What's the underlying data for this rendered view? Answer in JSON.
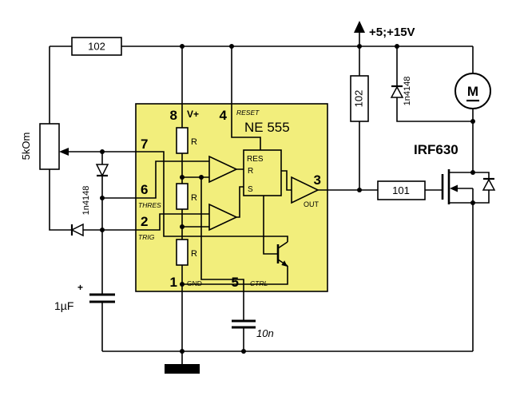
{
  "schematic": {
    "power_label": "+5;+15V",
    "ic": {
      "name": "NE 555",
      "pin8": {
        "num": "8",
        "label": "V+"
      },
      "pin4": {
        "num": "4",
        "label": "RESET"
      },
      "pin7": {
        "num": "7"
      },
      "pin6": {
        "num": "6",
        "label": "THRES"
      },
      "pin2": {
        "num": "2",
        "label": "TRIG"
      },
      "pin1": {
        "num": "1",
        "label": "GND"
      },
      "pin5": {
        "num": "5",
        "label": "CTRL"
      },
      "pin3": {
        "num": "3",
        "label": "OUT"
      },
      "resistor_label": "R",
      "flipflop": {
        "reset": "RES",
        "r": "R",
        "s": "S"
      }
    },
    "components": {
      "series_resistor": "102",
      "pullup_resistor": "102",
      "gate_resistor": "101",
      "potentiometer": "5kOm",
      "steering_diodes": "1n4148",
      "flyback_diode": "1n4148",
      "timing_capacitor": "1µF",
      "polarity_mark": "+",
      "control_capacitor": "10n",
      "mosfet": "IRF630",
      "motor": "M"
    },
    "colors": {
      "ic_fill": "#f2ee7c",
      "wire": "#000000",
      "background": "#ffffff"
    }
  }
}
